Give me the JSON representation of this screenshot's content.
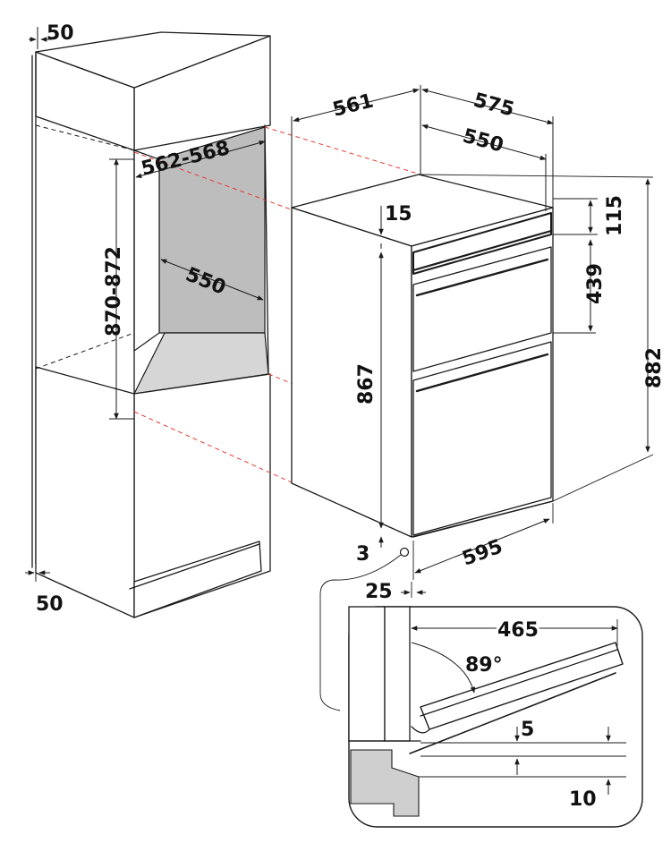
{
  "dimensions": {
    "cab_top_gap": "50",
    "cab_bottom_gap": "50",
    "niche_width": "562-568",
    "niche_depth": "550",
    "niche_height": "870-872",
    "oven_depth_total": "561",
    "oven_width_outer": "575",
    "oven_width_inner": "550",
    "top_gap": "15",
    "panel_height": "115",
    "upper_oven": "439",
    "oven_height": "867",
    "total_height": "882",
    "bottom_gap": "3",
    "front_width": "595",
    "door_thickness": "25",
    "door_open_length": "465",
    "door_angle": "89°",
    "detail_gap_5": "5",
    "detail_gap_10": "10"
  },
  "colors": {
    "line": "#1a1a1a",
    "niche_fill": "#bdbdbd",
    "floor_fill": "#d6d6d6",
    "red_dash": "#e53935"
  }
}
